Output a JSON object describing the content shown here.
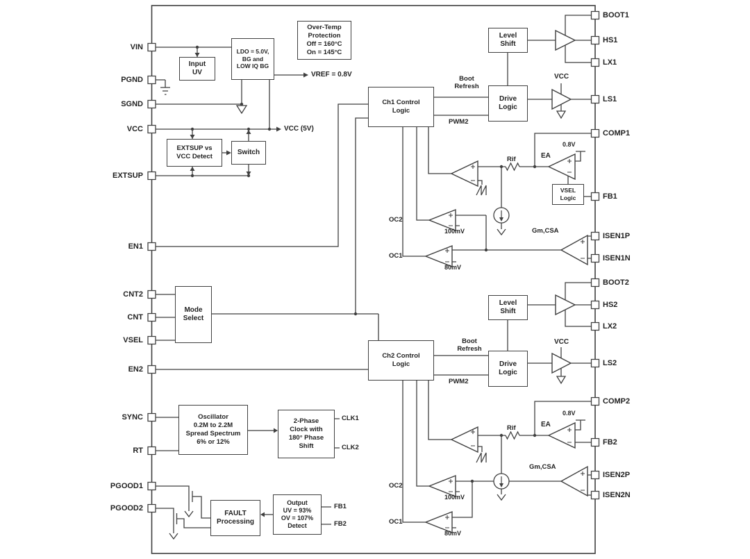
{
  "pins": {
    "left": [
      "VIN",
      "PGND",
      "SGND",
      "VCC",
      "EXTSUP",
      "EN1",
      "CNT2",
      "CNT",
      "VSEL",
      "EN2",
      "SYNC",
      "RT",
      "PGOOD1",
      "PGOOD2"
    ],
    "right": [
      "BOOT1",
      "HS1",
      "LX1",
      "LS1",
      "COMP1",
      "FB1",
      "ISEN1P",
      "ISEN1N",
      "BOOT2",
      "HS2",
      "LX2",
      "LS2",
      "COMP2",
      "FB2",
      "ISEN2P",
      "ISEN2N"
    ]
  },
  "blocks": {
    "input_uv": "Input\nUV",
    "ldo": "LDO = 5.0V,\nBG and\nLOW IQ BG",
    "overtemp": "Over-Temp\nProtection\nOff = 160°C\nOn = 145°C",
    "extsup_detect": "EXTSUP vs\nVCC Detect",
    "switch": "Switch",
    "ch1_control": "Ch1 Control\nLogic",
    "level_shift_1": "Level\nShift",
    "drive_logic_1": "Drive\nLogic",
    "vsel_logic": "VSEL\nLogic",
    "mode_select": "Mode\nSelect",
    "ch2_control": "Ch2 Control\nLogic",
    "level_shift_2": "Level\nShift",
    "drive_logic_2": "Drive\nLogic",
    "oscillator": "Oscillator\n0.2M to 2.2M\nSpread Spectrum\n6% or 12%",
    "phase_clock": "2-Phase\nClock with\n180° Phase\nShift",
    "fault": "FAULT\nProcessing",
    "output_detect": "Output\nUV = 93%\nOV = 107%\nDetect"
  },
  "labels": {
    "vref": "VREF = 0.8V",
    "vcc_5v": "VCC (5V)",
    "boot_refresh_1": "Boot\nRefresh",
    "pwm_1": "PWM2",
    "vcc_1": "VCC",
    "v08_1": "0.8V",
    "ea_1": "EA",
    "rif_1": "Rif",
    "gmcsa_1": "Gm,CSA",
    "oc2_1": "OC2",
    "oc1_1": "OC1",
    "mv100_1": "100mV",
    "mv80_1": "80mV",
    "clk1": "CLK1",
    "clk2": "CLK2",
    "boot_refresh_2": "Boot\nRefresh",
    "pwm_2": "PWM2",
    "vcc_2": "VCC",
    "v08_2": "0.8V",
    "ea_2": "EA",
    "rif_2": "Rif",
    "gmcsa_2": "Gm,CSA",
    "oc2_2": "OC2",
    "oc1_2": "OC1",
    "mv100_2": "100mV",
    "mv80_2": "80mV",
    "fb1": "FB1",
    "fb2": "FB2"
  },
  "colors": {
    "line": "#3f3f3f",
    "text": "#1f1f1f",
    "background": "#ffffff"
  }
}
